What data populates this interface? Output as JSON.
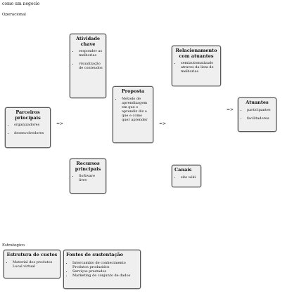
{
  "page_title": "como um negocio",
  "sections": {
    "operational": "Operacional",
    "strategic": "Estrategico"
  },
  "arrow_symbol": "=>",
  "cards": {
    "key_activities": {
      "title": "Atividade chave",
      "items": [
        "responder as melhorias",
        "visualização de conteudos"
      ]
    },
    "key_partners": {
      "title": "Parceiros principais",
      "items": [
        "organizadores",
        "desenvolvedores"
      ]
    },
    "value_proposition": {
      "title": "Proposta",
      "items": [
        "Metodo de aprendizagem em que o aprendiz diz o que e como quer aprender"
      ]
    },
    "relationships": {
      "title": "Relacionamento com atuantes",
      "items": [
        "semiautomatizado atraves da lista de melhorias"
      ]
    },
    "actors": {
      "title": "Atuantes",
      "items": [
        "participantes",
        "facilitadores"
      ]
    },
    "key_resources": {
      "title": "Recursos principais",
      "items": [
        "Software livre"
      ]
    },
    "channels": {
      "title": "Canais",
      "items": [
        "site wiki"
      ]
    },
    "cost_structure": {
      "title": "Estrutura de custos",
      "items": [
        "Material dos produtos",
        "Local virtual"
      ]
    },
    "revenue_streams": {
      "title": "Fontes de sustentação",
      "items": [
        "Intercambio de conhecimento",
        "Produtos produzidos",
        "Serviços prestados",
        "Marketing de conjunto de dados"
      ]
    }
  }
}
